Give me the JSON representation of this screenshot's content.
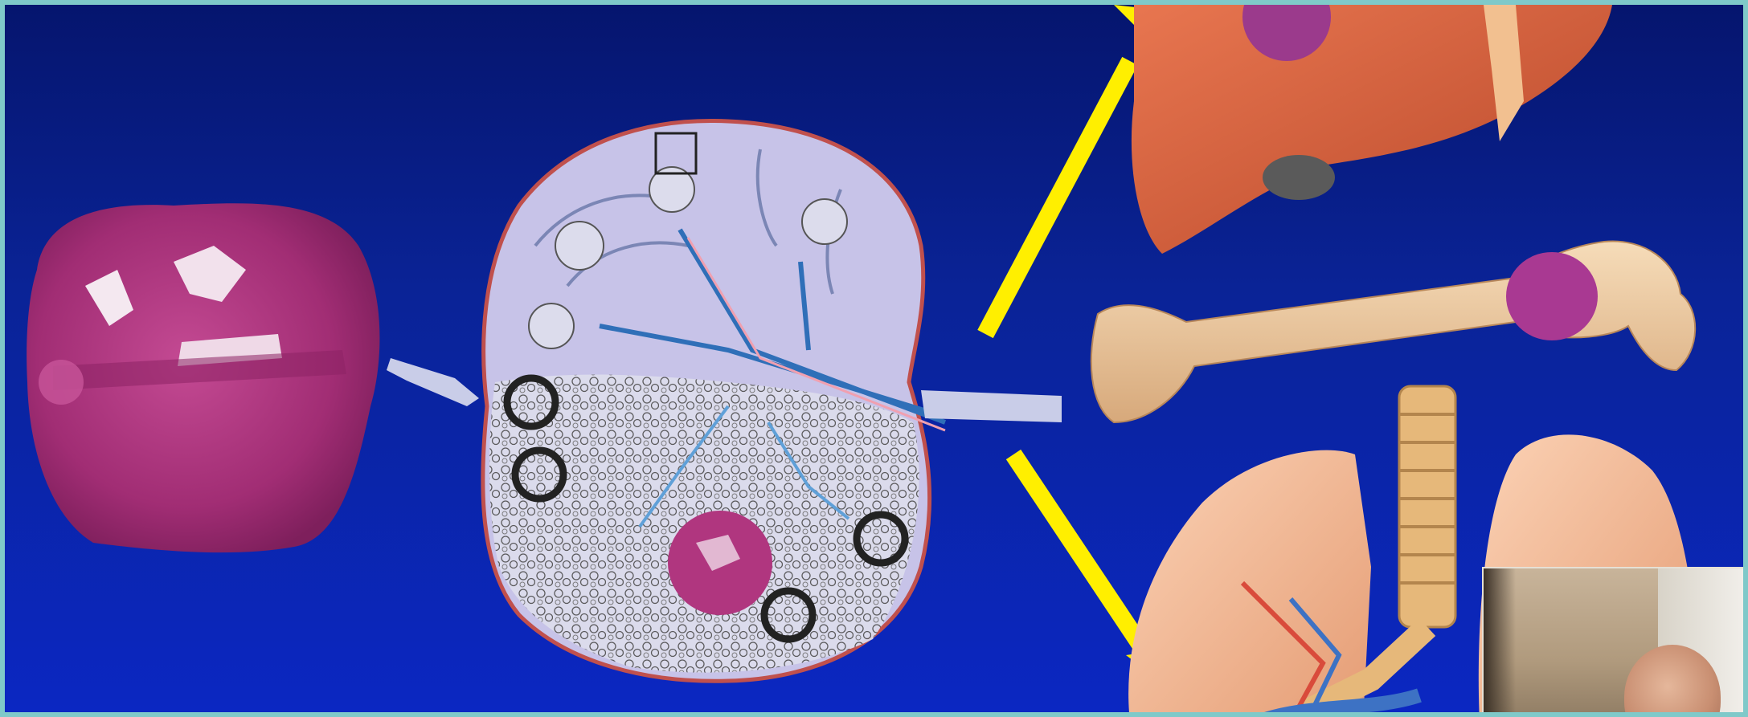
{
  "slide": {
    "background_color": "#0b27c2",
    "border_color": "#7fc9c9"
  },
  "panels": [
    {
      "name": "histology-section",
      "description_icon": "tissue-histology-icon",
      "color": "#b0367f"
    },
    {
      "name": "lymph-node-diagram",
      "description_icon": "lymph-node-icon",
      "color": "#c7c3e8"
    },
    {
      "name": "liver-organ",
      "description_icon": "liver-icon",
      "color": "#d9633f"
    },
    {
      "name": "femur-bone",
      "description_icon": "bone-icon",
      "color": "#e9c299"
    },
    {
      "name": "lungs-trachea",
      "description_icon": "lungs-icon",
      "color": "#f2b893"
    }
  ],
  "arrows": {
    "color": "#ffef00"
  },
  "webcam": {
    "icon": "webcam-thumbnail"
  }
}
